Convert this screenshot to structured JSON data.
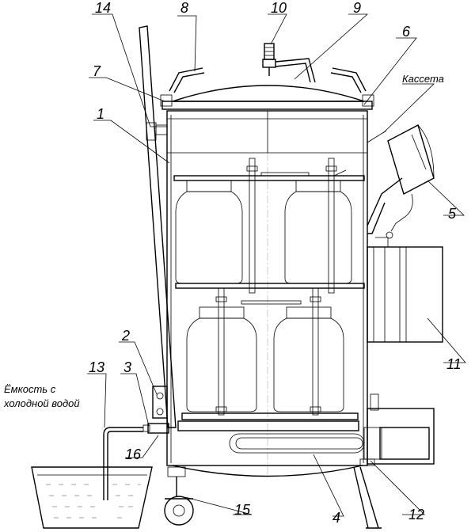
{
  "callouts": {
    "c1": "1",
    "c2": "2",
    "c3": "3",
    "c4": "4",
    "c5": "5",
    "c6": "6",
    "c7": "7",
    "c8": "8",
    "c9": "9",
    "c10": "10",
    "c11": "11",
    "c12": "12",
    "c13": "13",
    "c14": "14",
    "c15": "15",
    "c16": "16"
  },
  "labels": {
    "cassette": "Кассета",
    "container_line1": "Ёмкость с",
    "container_line2": "холодной водой"
  }
}
